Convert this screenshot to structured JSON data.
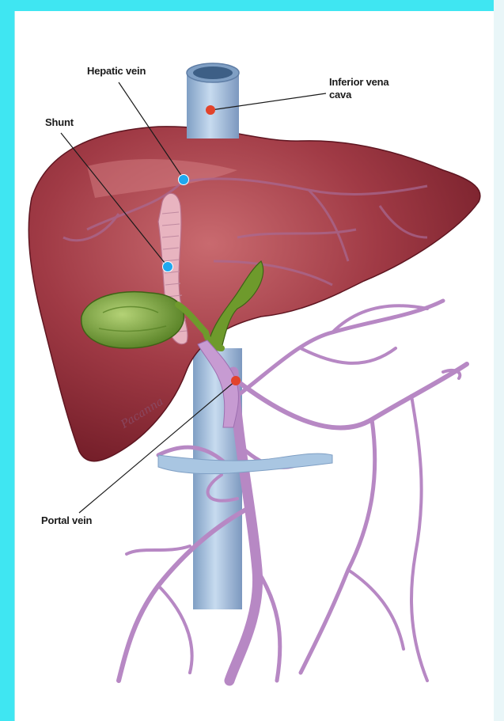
{
  "diagram": {
    "labels": {
      "hepatic_vein": "Hepatic vein",
      "inferior_vena_cava": "Inferior vena cava",
      "shunt": "Shunt",
      "portal_vein": "Portal vein"
    },
    "signature": "Pacanna",
    "colors": {
      "frame": "#3fe6f2",
      "liver": "#8e2431",
      "liver_highlight": "#c05a66",
      "gallbladder": "#7aa83a",
      "vena_cava": "#a9c6e2",
      "portal_vessels": "#b788c4",
      "marker_blue": "#1fa8f0",
      "marker_red": "#e2432b"
    }
  }
}
